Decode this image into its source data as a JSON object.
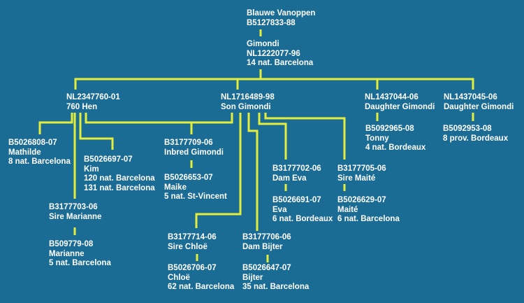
{
  "colors": {
    "background": "#1b6c95",
    "line": "#e4ee3a",
    "text": "#ffffff"
  },
  "nodes": {
    "grandsire": {
      "lines": [
        "Blauwe Vanoppen",
        "B5127833-88"
      ]
    },
    "sire": {
      "lines": [
        "Gimondi",
        "NL1222077-96",
        "14 nat. Barcelona"
      ]
    },
    "hen760": {
      "lines": [
        "NL2347760-01",
        "760 Hen"
      ]
    },
    "son": {
      "lines": [
        "NL1716489-98",
        "Son Gimondi"
      ]
    },
    "daughter1": {
      "lines": [
        "NL1437044-06",
        "Daughter Gimondi"
      ]
    },
    "daughter2": {
      "lines": [
        "NL1437045-06",
        "Daughter Gimondi"
      ]
    },
    "mathilde": {
      "lines": [
        "B5026808-07",
        "Mathilde",
        "8 nat. Barcelona"
      ]
    },
    "kim": {
      "lines": [
        "B5026697-07",
        "Kim",
        "120 nat. Barcelona",
        "131 nat. Barcelona"
      ]
    },
    "inbred": {
      "lines": [
        "B3177709-06",
        "Inbred Gimondi"
      ]
    },
    "maike": {
      "lines": [
        "B5026653-07",
        "Maike",
        "5 nat. St-Vincent"
      ]
    },
    "sire_marianne": {
      "lines": [
        "B3177703-06",
        "Sire Marianne"
      ]
    },
    "marianne": {
      "lines": [
        "B509779-08",
        "Marianne",
        "5 nat. Barcelona"
      ]
    },
    "tonny": {
      "lines": [
        "B5092965-08",
        "Tonny",
        "4 nat. Bordeaux"
      ]
    },
    "b5092953": {
      "lines": [
        "B5092953-08",
        "8 prov. Bordeaux"
      ]
    },
    "dam_eva": {
      "lines": [
        "B3177702-06",
        "Dam Eva"
      ]
    },
    "eva": {
      "lines": [
        "B5026691-07",
        "Eva",
        "6 nat. Bordeaux"
      ]
    },
    "sire_maite": {
      "lines": [
        "B3177705-06",
        "Sire Maité"
      ]
    },
    "maite": {
      "lines": [
        "B5026629-07",
        "Maité",
        "6 nat. Barcelona"
      ]
    },
    "sire_chloe": {
      "lines": [
        "B3177714-06",
        "Sire Chloë"
      ]
    },
    "chloe": {
      "lines": [
        "B5026706-07",
        "Chloë",
        "62 nat. Barcelona"
      ]
    },
    "dam_bijter": {
      "lines": [
        "B3177706-06",
        "Dam Bijter"
      ]
    },
    "bijter": {
      "lines": [
        "B5026647-07",
        "Bijter",
        "35 nat. Barcelona"
      ]
    }
  }
}
